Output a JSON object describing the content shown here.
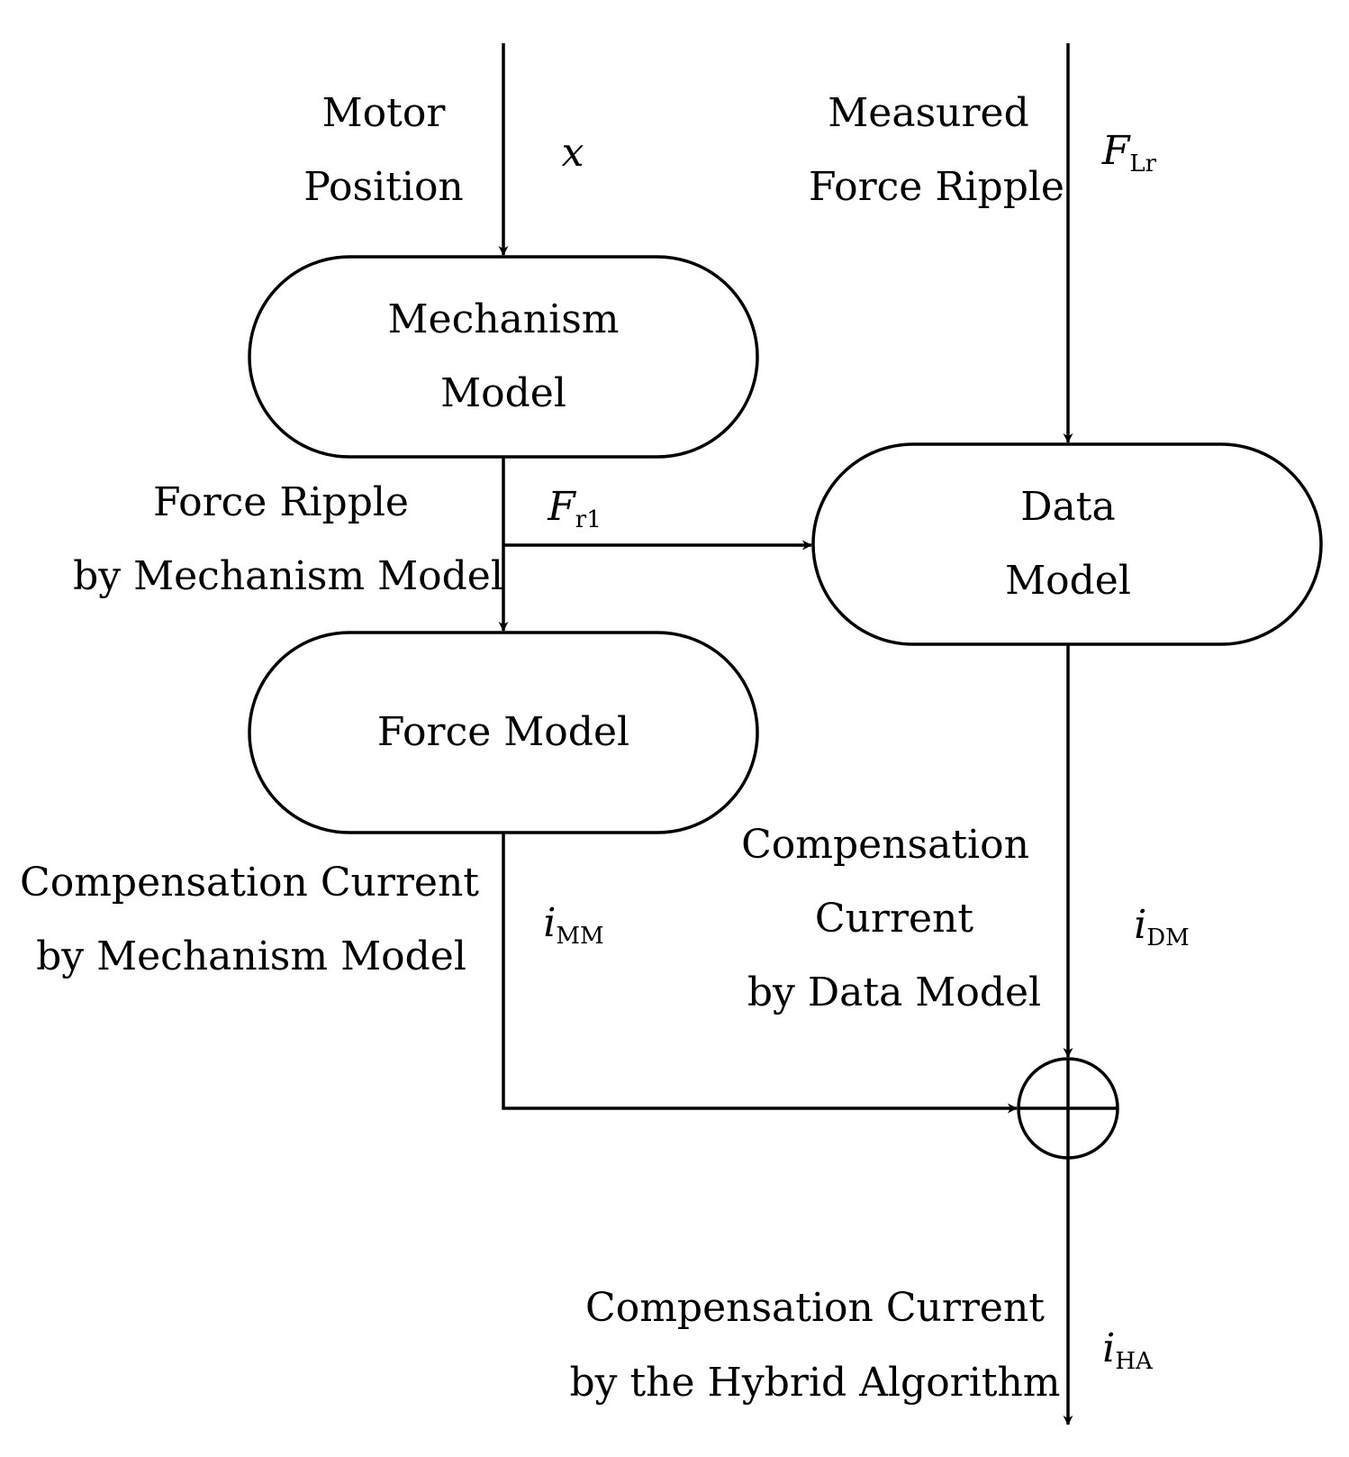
{
  "nodes": {
    "mechanism_model": {
      "line1": "Mechanism",
      "line2": "Model"
    },
    "data_model": {
      "line1": "Data",
      "line2": "Model"
    },
    "force_model": {
      "label": "Force Model"
    }
  },
  "inputs": {
    "motor_position": {
      "line1": "Motor",
      "line2": "Position",
      "symbol": "x"
    },
    "measured_force_ripple": {
      "line1": "Measured",
      "line2": "Force Ripple",
      "symbol": "F",
      "symbol_sub": "Lr"
    }
  },
  "signals": {
    "force_ripple_mechanism": {
      "line1": "Force Ripple",
      "line2": "by Mechanism Model",
      "symbol": "F",
      "symbol_sub": "r1"
    },
    "current_mechanism": {
      "line1": "Compensation Current",
      "line2": "by Mechanism Model",
      "symbol": "i",
      "symbol_sub": "MM"
    },
    "current_data": {
      "line1": "Compensation",
      "line2": "Current",
      "line3": "by Data Model",
      "symbol": "i",
      "symbol_sub": "DM"
    },
    "current_hybrid": {
      "line1": "Compensation Current",
      "line2": "by the Hybrid Algorithm",
      "symbol": "i",
      "symbol_sub": "HA"
    }
  },
  "summing_junction": {
    "operator": "+"
  },
  "colors": {
    "stroke": "#000000",
    "background": "#ffffff"
  }
}
